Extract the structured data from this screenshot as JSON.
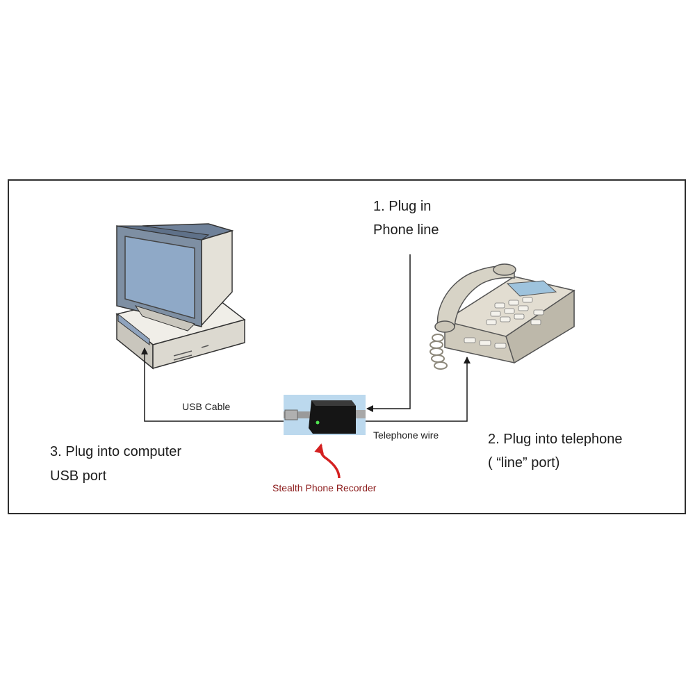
{
  "labels": {
    "step1_line1": "1. Plug in",
    "step1_line2": "Phone line",
    "step2_line1": "2. Plug into telephone",
    "step2_line2": "( “line” port)",
    "step3_line1": "3. Plug into computer",
    "step3_line2": "USB port",
    "usb_cable": "USB Cable",
    "telephone_wire": "Telephone wire",
    "device_name": "Stealth Phone Recorder"
  },
  "colors": {
    "frame": "#2f2f2f",
    "arrow": "#1a1a1a",
    "callout_arrow": "#d42020",
    "device_label": "#8b1a1a",
    "monitor_body": "#e4e1d8",
    "monitor_frame": "#7e8fa3",
    "screen": "#8fa9c7",
    "phone_body": "#d7d3c6",
    "phone_display": "#9ec3dd"
  },
  "icons": [
    "computer-icon",
    "telephone-icon",
    "recorder-device-icon"
  ]
}
